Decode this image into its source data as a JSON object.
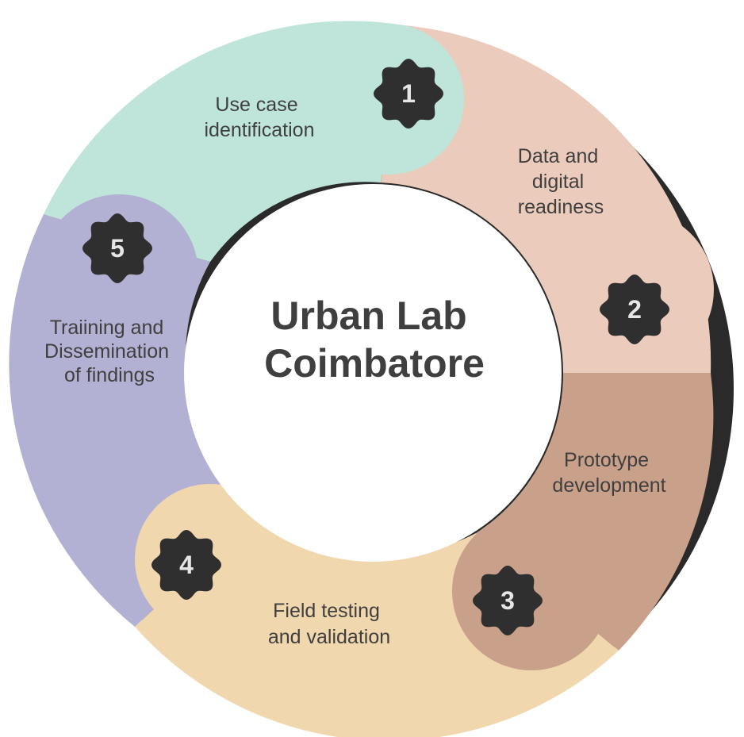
{
  "center": {
    "line1": "Urban Lab",
    "line2": "Coimbatore"
  },
  "stages": [
    {
      "number": "1",
      "label_lines": [
        "Use case",
        "identification"
      ],
      "color": "#bfe5da"
    },
    {
      "number": "2",
      "label_lines": [
        "Data and",
        "digital",
        "readiness"
      ],
      "color": "#ebcbbb"
    },
    {
      "number": "3",
      "label_lines": [
        "Prototype",
        "development"
      ],
      "color": "#c9a08a"
    },
    {
      "number": "4",
      "label_lines": [
        "Field testing",
        "and validation"
      ],
      "color": "#f1d7ae"
    },
    {
      "number": "5",
      "label_lines": [
        "Traiining and",
        "Dissemination",
        "of findings"
      ],
      "color": "#b2b1d3"
    }
  ],
  "colors": {
    "badge": "#2f2f2f",
    "badge_text": "#e6e6e6",
    "shadow": "#2a2a2a",
    "center_fill": "#ffffff",
    "text": "#3f3f3f"
  }
}
